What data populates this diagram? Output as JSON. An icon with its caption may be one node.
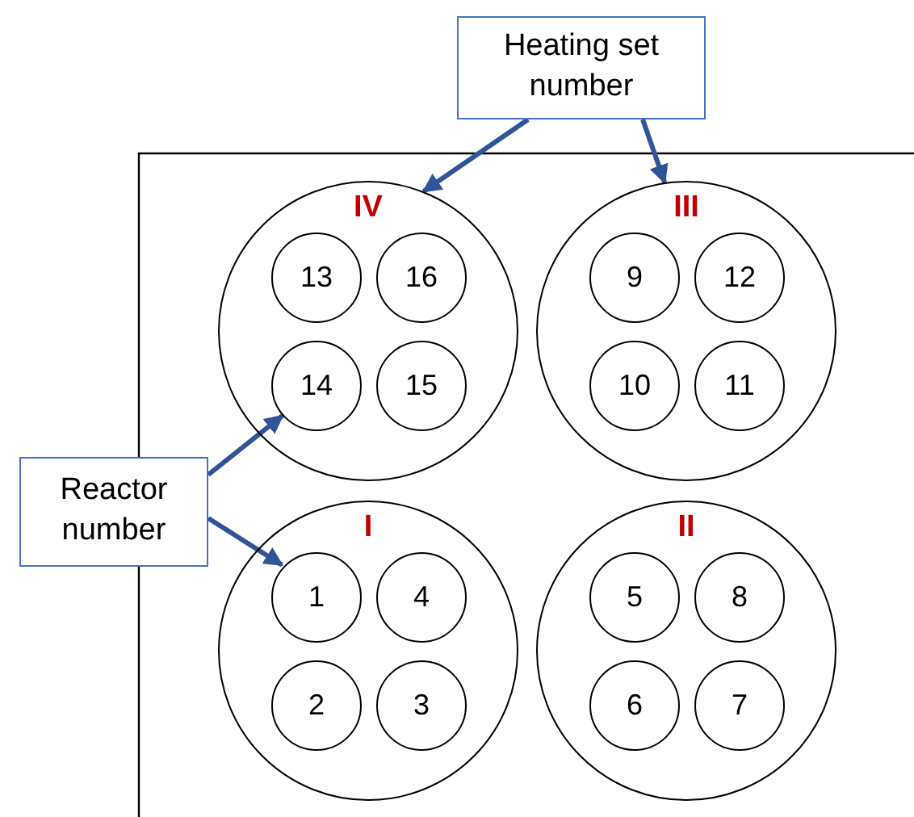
{
  "diagram": {
    "nodes": [
      {
        "text": [
          "Heating set number"
        ]
      },
      {
        "text": [
          "IV"
        ]
      },
      {
        "text": [
          "13"
        ],
        "in": 1
      },
      {
        "text": [
          "16"
        ],
        "in": 1
      },
      {
        "text": [
          "14"
        ],
        "in": 1
      },
      {
        "text": [
          "15"
        ],
        "in": 1
      },
      {
        "text": [
          "III"
        ]
      },
      {
        "text": [
          "9"
        ],
        "in": 6
      },
      {
        "text": [
          "12"
        ],
        "in": 6
      },
      {
        "text": [
          "10"
        ],
        "in": 6
      },
      {
        "text": [
          "11"
        ],
        "in": 6
      },
      {
        "text": [
          "Reactor number"
        ]
      },
      {
        "text": [
          "I"
        ]
      },
      {
        "text": [
          "1"
        ],
        "in": 12
      },
      {
        "text": [
          "4"
        ],
        "in": 12
      },
      {
        "text": [
          "2"
        ],
        "in": 12
      },
      {
        "text": [
          "3"
        ],
        "in": 12
      },
      {
        "text": [
          "II"
        ]
      },
      {
        "text": [
          "5"
        ],
        "in": 17
      },
      {
        "text": [
          "8"
        ],
        "in": 17
      },
      {
        "text": [
          "6"
        ],
        "in": 17
      },
      {
        "text": [
          "7"
        ],
        "in": 17
      }
    ],
    "edges": [
      {
        "from": 0,
        "to": 1,
        "arrow": "to"
      },
      {
        "from": 0,
        "to": 6,
        "arrow": "to"
      },
      {
        "from": 11,
        "to": 4,
        "arrow": "to"
      },
      {
        "from": 11,
        "to": 13,
        "arrow": "to"
      }
    ]
  }
}
